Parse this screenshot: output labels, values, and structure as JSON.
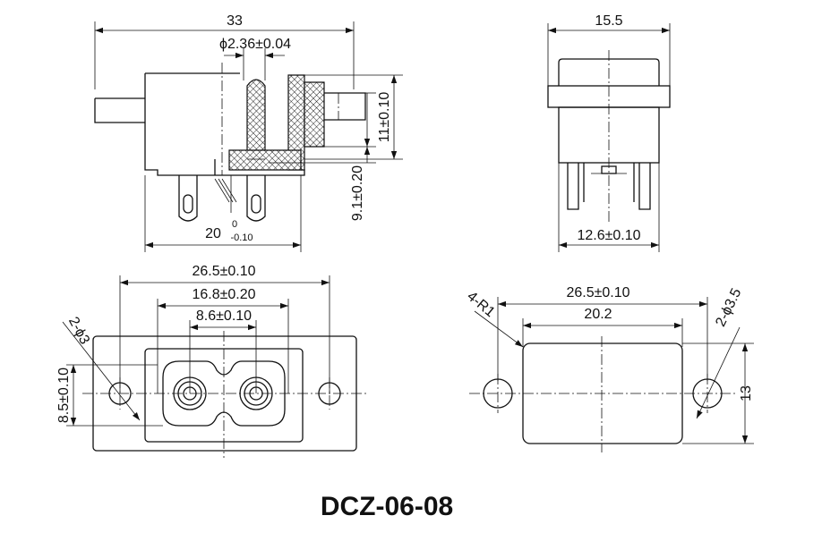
{
  "title": "DCZ-06-08",
  "side_view": {
    "overall_length": "33",
    "pin_diameter": "ϕ2.36±0.04",
    "flange_height": "11±0.10",
    "pin_offset": "9.1±0.20",
    "body_length_main": "20",
    "body_tol_upper": "0",
    "body_tol_lower": "-0.10"
  },
  "end_view": {
    "flange_width": "15.5",
    "body_width": "12.6±0.10"
  },
  "front_view": {
    "mount_pitch": "26.5±0.10",
    "socket_width": "16.8±0.20",
    "pin_pitch": "8.6±0.10",
    "flange_height": "8.5±0.10",
    "mount_holes": "2-ϕ3"
  },
  "panel_cutout": {
    "hole_pitch": "26.5±0.10",
    "cutout_width": "20.2",
    "corner_radius": "4-R1",
    "holes": "2-ϕ3.5",
    "cutout_height": "13"
  }
}
